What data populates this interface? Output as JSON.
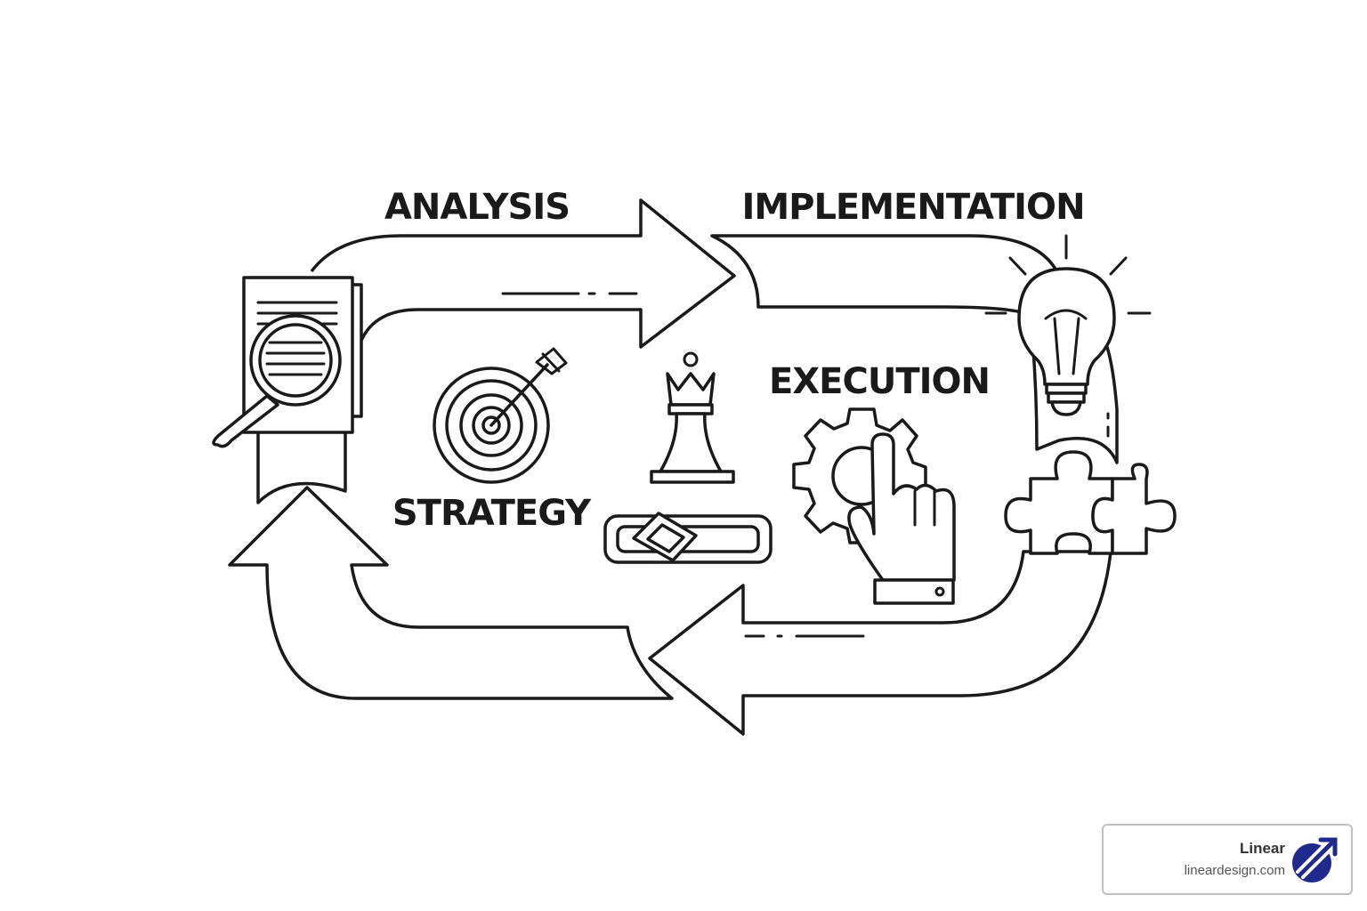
{
  "labels": {
    "analysis": "ANALYSIS",
    "implementation": "IMPLEMENTATION",
    "strategy": "STRATEGY",
    "execution": "EXECUTION"
  },
  "brand": {
    "name": "Linear",
    "url": "lineardesign.com",
    "color": "#1f2a8c"
  },
  "icons": [
    "document-magnifier-icon",
    "target-arrow-icon",
    "chess-queen-icon",
    "chain-link-icon",
    "gear-hand-icon",
    "lightbulb-icon",
    "puzzle-icon",
    "brand-logo-icon"
  ]
}
